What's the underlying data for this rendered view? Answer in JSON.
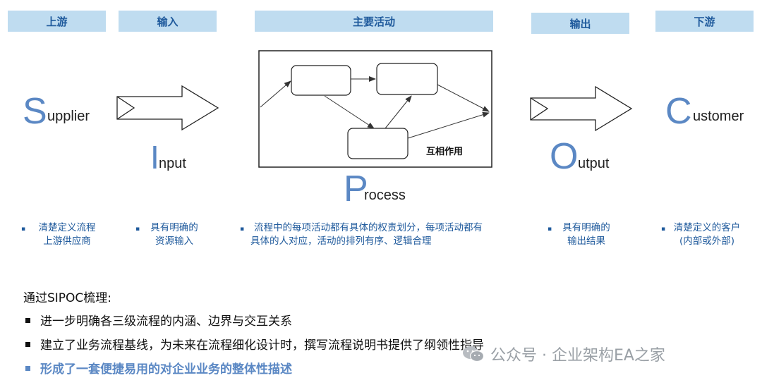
{
  "headers": {
    "supplier": "上游",
    "input": "输入",
    "process": "主要活动",
    "output": "输出",
    "customer": "下游"
  },
  "sipoc": {
    "s_letter": "S",
    "s_rest": "upplier",
    "i_letter": "I",
    "i_rest": "nput",
    "p_letter": "P",
    "p_rest": "rocess",
    "o_letter": "O",
    "o_rest": "utput",
    "c_letter": "C",
    "c_rest": "ustomer"
  },
  "process_box": {
    "interaction_label": "互相作用"
  },
  "descriptions": {
    "supplier": [
      "清楚定义流程",
      "上游供应商"
    ],
    "input": [
      "具有明确的",
      "资源输入"
    ],
    "process": [
      "流程中的每项活动都有具体的权责划分，每项活动都有",
      "具体的人对应，活动的排列有序、逻辑合理"
    ],
    "output": [
      "具有明确的",
      "输出结果"
    ],
    "customer": [
      "清楚定义的客户",
      "(内部或外部)"
    ]
  },
  "summary": {
    "title": "通过SIPOC梳理:",
    "items": [
      "进一步明确各三级流程的内涵、边界与交互关系",
      "建立了业务流程基线，为未来在流程细化设计时，撰写流程说明书提供了纲领性指导",
      "形成了一套便捷易用的对企业业务的整体性描述"
    ]
  },
  "watermark": {
    "text": "公众号 · 企业架构EA之家",
    "icon": "wechat-icon"
  },
  "colors": {
    "header_bg": "#bfdcf0",
    "header_text": "#1f5a9c",
    "accent": "#5b88c4"
  }
}
